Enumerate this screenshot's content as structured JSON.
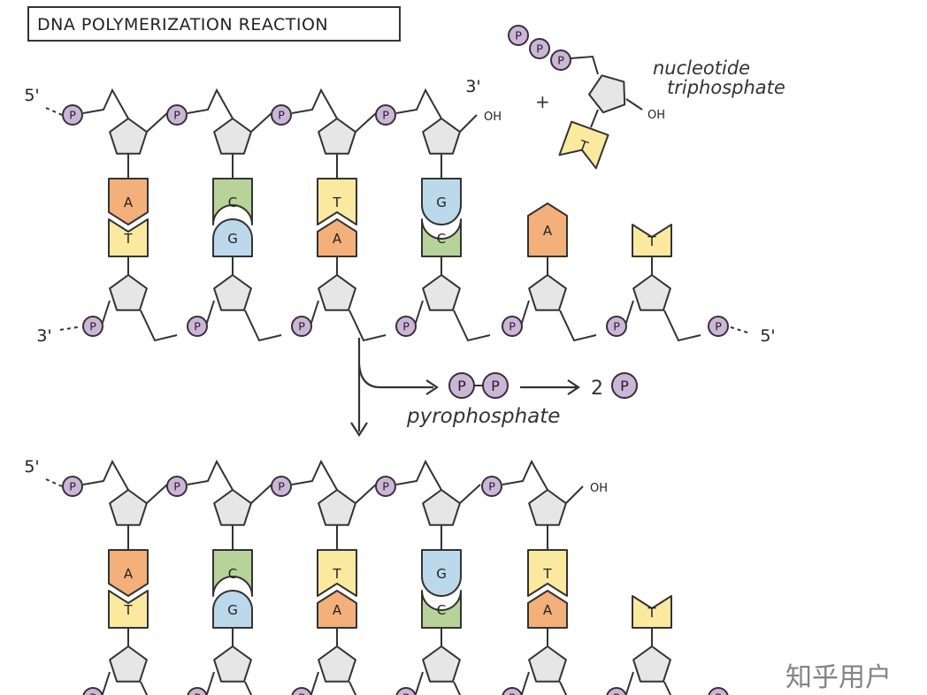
{
  "title": "DNA POLYMERIZATION REACTION",
  "phosphate_label": "P",
  "oh_label": "OH",
  "plus_sign": "+",
  "prime_5": "5'",
  "prime_3": "3'",
  "nucleotide_label": [
    "nucleotide",
    "triphosphate"
  ],
  "pyrophosphate_label": "pyrophosphate",
  "product_count": "2",
  "watermark": "知乎用户",
  "colors": {
    "A": "#f4b07a",
    "T": "#fbe9a0",
    "G": "#bcd9ec",
    "C": "#b8d39a",
    "phosphate": "#cdb5d9",
    "sugar": "#e6e6e6",
    "stroke": "#333333"
  },
  "incoming_nucleotide": {
    "base": "T"
  },
  "before": {
    "top_strand": [
      "A",
      "C",
      "T",
      "G"
    ],
    "bottom_strand": [
      "T",
      "G",
      "A",
      "C",
      "A",
      "T"
    ]
  },
  "after": {
    "top_strand": [
      "A",
      "C",
      "T",
      "G",
      "T"
    ],
    "bottom_strand": [
      "T",
      "G",
      "A",
      "C",
      "A",
      "T"
    ]
  }
}
